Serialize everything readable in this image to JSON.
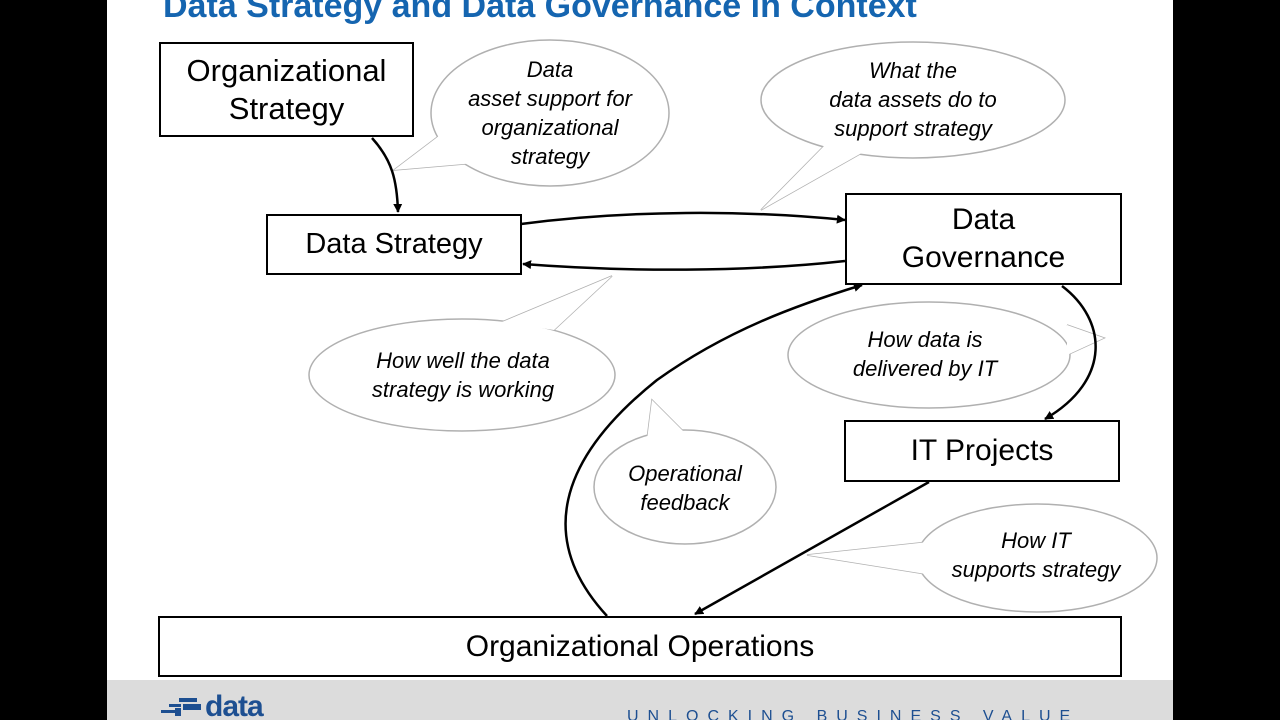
{
  "title": "Data Strategy and Data Governance in Context",
  "boxes": {
    "org_strategy": "Organizational Strategy",
    "data_strategy": "Data Strategy",
    "data_governance": "Data Governance",
    "it_projects": "IT Projects",
    "org_operations": "Organizational Operations"
  },
  "bubbles": {
    "asset_support": [
      "Data",
      "asset support for",
      "organizational",
      "strategy"
    ],
    "what_assets_do": [
      "What the",
      "data assets do to",
      "support strategy"
    ],
    "how_well": [
      "How well the data",
      "strategy is working"
    ],
    "delivered_by_it": [
      "How data is",
      "delivered by IT"
    ],
    "op_feedback": [
      "Operational",
      "feedback"
    ],
    "it_supports": [
      "How IT",
      "supports strategy"
    ]
  },
  "footer": {
    "logo_text": "data",
    "tagline": "UNLOCKING BUSINESS VALUE"
  },
  "colors": {
    "title": "#1565b0",
    "brand": "#1d4f91",
    "footer_bg": "#dcdcdc",
    "bubble_stroke": "#b0b0b0"
  }
}
